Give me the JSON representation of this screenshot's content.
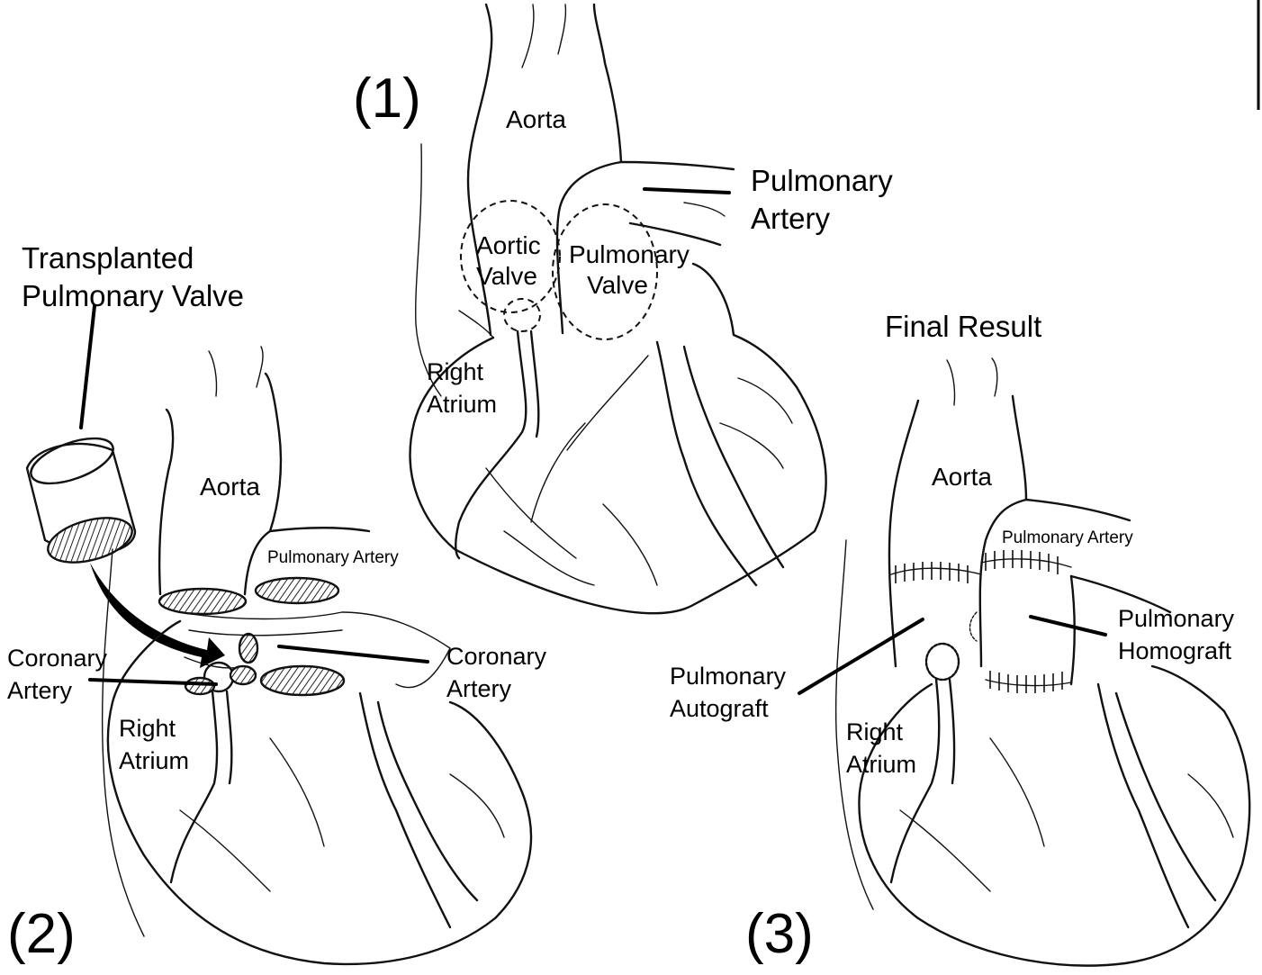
{
  "steps": {
    "step1": "(1)",
    "step2": "(2)",
    "step3": "(3)"
  },
  "panel1": {
    "aorta": "Aorta",
    "pulmonary_artery_line1": "Pulmonary",
    "pulmonary_artery_line2": "Artery",
    "aortic_valve_line1": "Aortic",
    "aortic_valve_line2": "Valve",
    "pulmonary_valve_line1": "Pulmonary",
    "pulmonary_valve_line2": "Valve",
    "right_atrium_line1": "Right",
    "right_atrium_line2": "Atrium"
  },
  "panel2": {
    "transplanted_line1": "Transplanted",
    "transplanted_line2": "Pulmonary Valve",
    "aorta": "Aorta",
    "pulmonary_artery": "Pulmonary Artery",
    "coronary_left_line1": "Coronary",
    "coronary_left_line2": "Artery",
    "coronary_right_line1": "Coronary",
    "coronary_right_line2": "Artery",
    "right_atrium_line1": "Right",
    "right_atrium_line2": "Atrium"
  },
  "panel3": {
    "final_result": "Final Result",
    "aorta": "Aorta",
    "pulmonary_artery": "Pulmonary Artery",
    "homograft_line1": "Pulmonary",
    "homograft_line2": "Homograft",
    "autograft_line1": "Pulmonary",
    "autograft_line2": "Autograft",
    "right_atrium_line1": "Right",
    "right_atrium_line2": "Atrium"
  }
}
